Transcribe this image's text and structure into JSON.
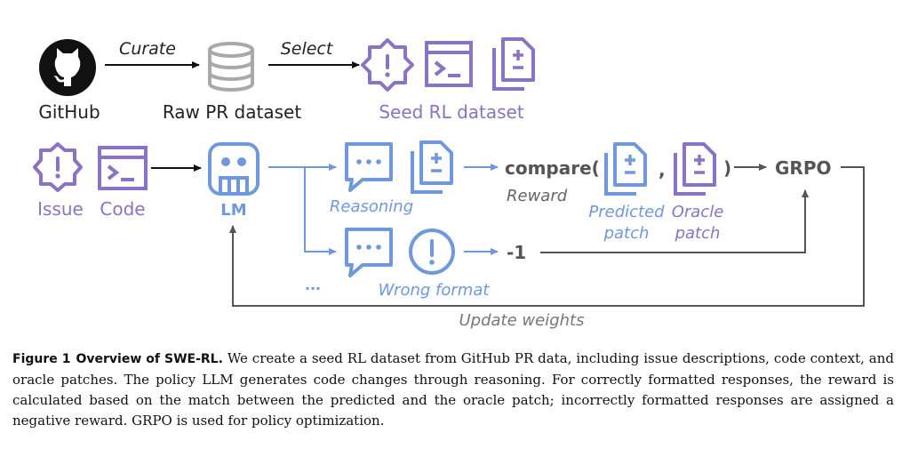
{
  "figure": {
    "top_row": {
      "github_label": "GitHub",
      "curate_label": "Curate",
      "raw_pr_label": "Raw PR dataset",
      "select_label": "Select",
      "seed_label": "Seed RL dataset"
    },
    "flow": {
      "issue_label": "Issue",
      "code_label": "Code",
      "llm_label": "LM",
      "reasoning_label": "Reasoning",
      "compare_open": "compare(",
      "comma": ",",
      "compare_close": ")",
      "reward_label": "Reward",
      "predicted_label_1": "Predicted",
      "predicted_label_2": "patch",
      "oracle_label_1": "Oracle",
      "oracle_label_2": "patch",
      "grpo_label": "GRPO",
      "ellipsis_label": "...",
      "wrong_format_label": "Wrong format",
      "neg_reward_label": "-1",
      "update_weights_label": "Update weights"
    }
  },
  "caption": {
    "number": "Figure 1",
    "title": "Overview of SWE-RL.",
    "text": "We create a seed RL dataset from GitHub PR data, including issue descriptions, code context, and oracle patches. The policy LLM generates code changes through reasoning. For correctly formatted responses, the reward is calculated based on the match between the predicted and the oracle patch; incorrectly formatted responses are assigned a negative reward. GRPO is used for policy optimization."
  },
  "colors": {
    "purple": "#8a72c4",
    "blue": "#6f98dd",
    "gray_arrow": "#555555",
    "text": "#222222",
    "db_gray": "#a9a9a9"
  }
}
